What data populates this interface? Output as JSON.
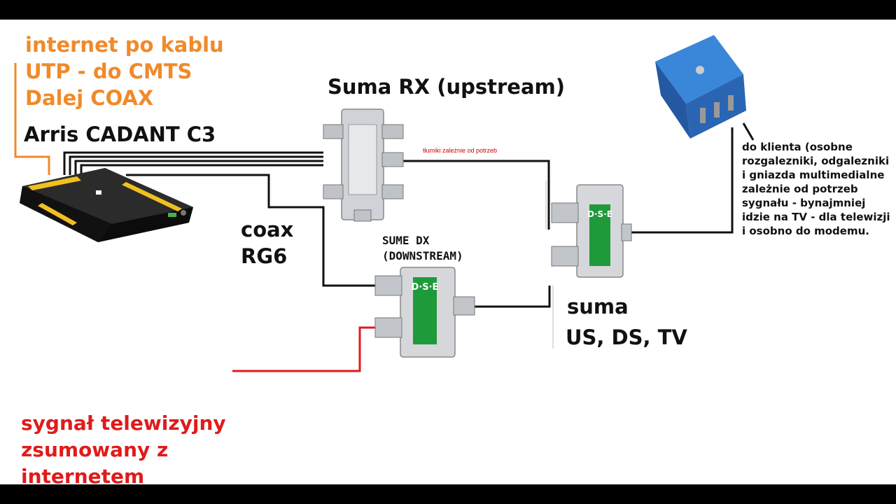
{
  "labels": {
    "internet_note": [
      "internet po kablu",
      "UTP - do CMTS",
      "Dalej COAX"
    ],
    "cmts_name": "Arris CADANT C3",
    "suma_rx": "Suma RX (upstream)",
    "attenuators": "tłumiki zależnie od potrzeb",
    "coax": [
      "coax",
      "RG6"
    ],
    "sume_dx": [
      "SUME DX",
      "(DOWNSTREAM)"
    ],
    "suma_all": [
      "suma",
      "US, DS, TV"
    ],
    "client_note": "do klienta (osobne rozgalezniki, odgalezniki i gniazda multimedialne zależnie od potrzeb sygnału - bynajmniej idzie na TV - dla telewizji i osobno do modemu.",
    "tv_signal": [
      "sygnał telewizyjny",
      "zsumowany z",
      "internetem"
    ]
  },
  "devices": {
    "splitter_brand": "D·S·E"
  },
  "colors": {
    "orange": "#f08a2a",
    "red": "#e01b1b",
    "black": "#111111",
    "splitter_green": "#1f9a3a",
    "amp_blue": "#2f6fc4"
  }
}
